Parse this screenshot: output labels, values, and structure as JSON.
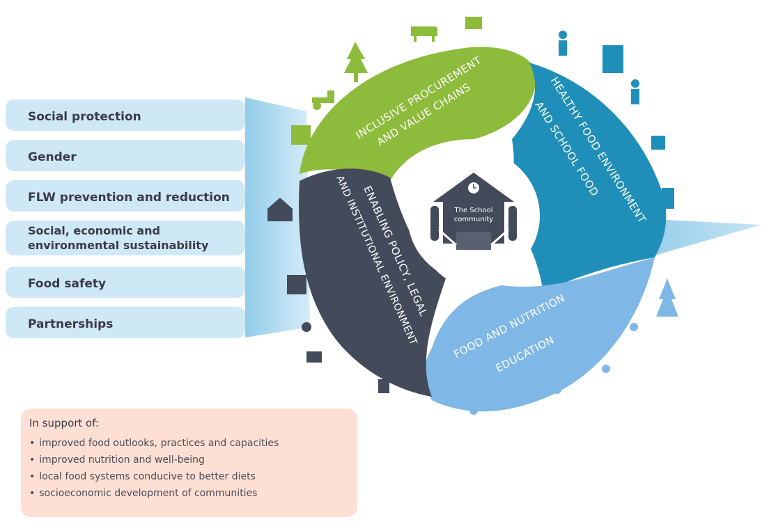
{
  "labels": [
    "Social protection",
    "Gender",
    "FLW prevention and reduction",
    "Social, economic and",
    "environmental sustainability",
    "Food safety",
    "Partnerships"
  ],
  "segments": {
    "procurement": {
      "line1": "INCLUSIVE PROCUREMENT",
      "line2": "AND VALUE CHAINS",
      "color": "#8dbb3b"
    },
    "healthy": {
      "line1": "HEALTHY FOOD ENVIRONMENT",
      "line2": "AND SCHOOL FOOD",
      "color": "#1f8fb9"
    },
    "education": {
      "line1": "FOOD AND NUTRITION",
      "line2": "EDUCATION",
      "color": "#7fb7e6"
    },
    "policy": {
      "line1": "ENABLING POLICY, LEGAL",
      "line2": "AND INSTITUTIONAL ENVIRONMENT",
      "color": "#434a5a"
    }
  },
  "center": {
    "line1": "The School",
    "line2": "community"
  },
  "support": {
    "title": "In support of:",
    "items": [
      "improved food outlooks, practices and capacities",
      "improved nutrition and well-being",
      "local food systems conducive to better diets",
      "socioeconomic development of communities"
    ]
  },
  "colors": {
    "label_bg": "#cfe8f6",
    "beam": "#a9d7ee",
    "support_bg": "#fde0d3",
    "text_dark": "#3a3a48"
  },
  "icons": [
    "farm-icons",
    "kitchen-icons",
    "people-icons",
    "school-building-icon"
  ]
}
